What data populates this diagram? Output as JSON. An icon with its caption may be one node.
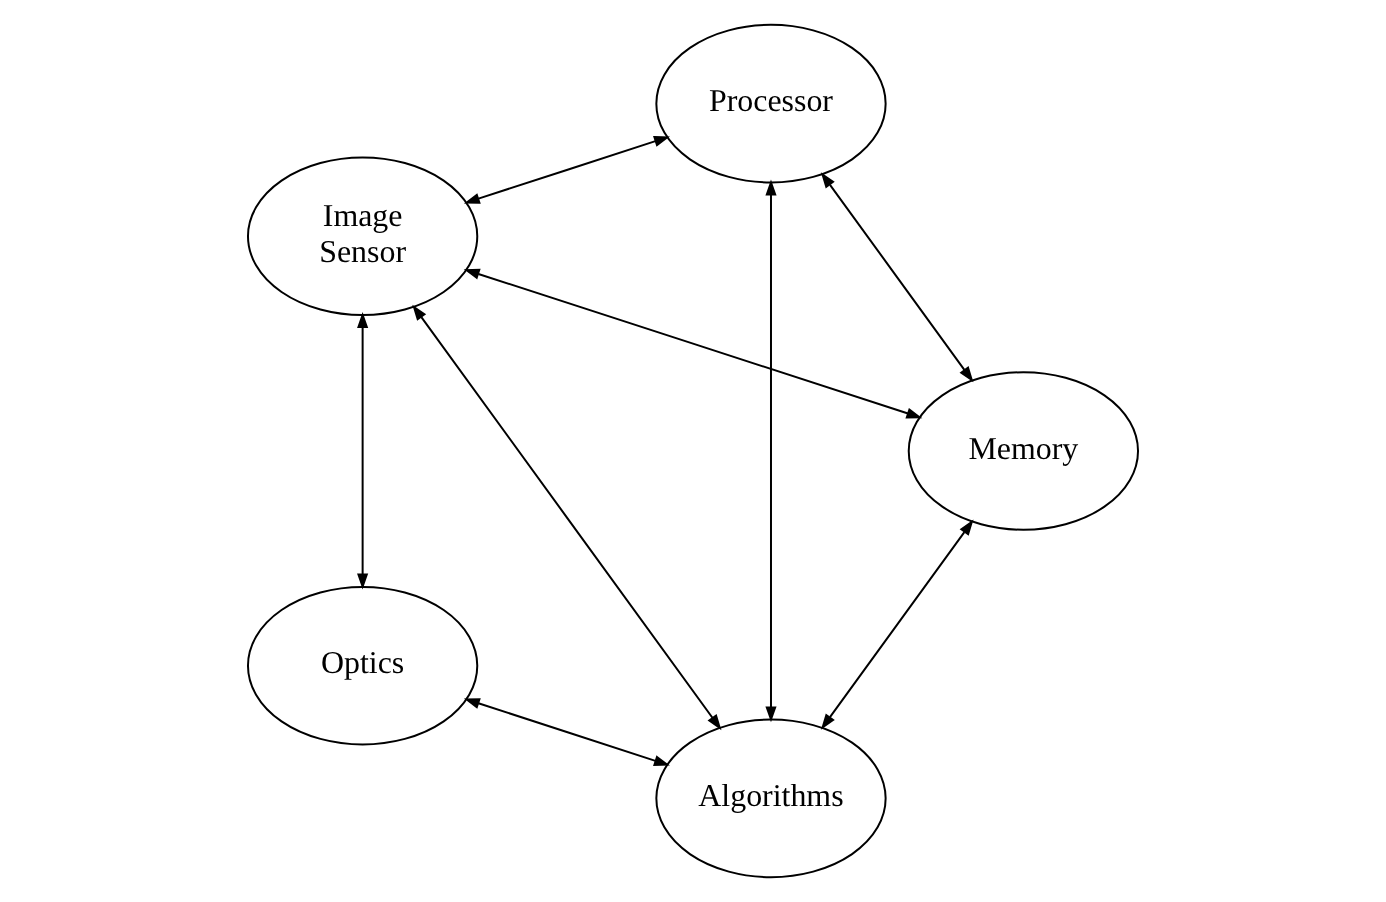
{
  "diagram": {
    "nodes": [
      {
        "text": [
          "Algorithms"
        ]
      },
      {
        "text": [
          "Optics"
        ]
      },
      {
        "text": [
          "Image Sensor"
        ]
      },
      {
        "text": [
          "Memory"
        ]
      },
      {
        "text": [
          "Processor"
        ]
      }
    ],
    "edges": [
      {
        "from": 1,
        "to": 0,
        "arrow": "both"
      },
      {
        "from": 0,
        "to": 2,
        "arrow": "both"
      },
      {
        "from": 1,
        "to": 2,
        "arrow": "both"
      },
      {
        "from": 0,
        "to": 3,
        "arrow": "both"
      },
      {
        "from": 0,
        "to": 4,
        "arrow": "both"
      },
      {
        "from": 2,
        "to": 3,
        "arrow": "both"
      },
      {
        "from": 2,
        "to": 4,
        "arrow": "both"
      },
      {
        "from": 3,
        "to": 4,
        "arrow": "both"
      }
    ]
  }
}
